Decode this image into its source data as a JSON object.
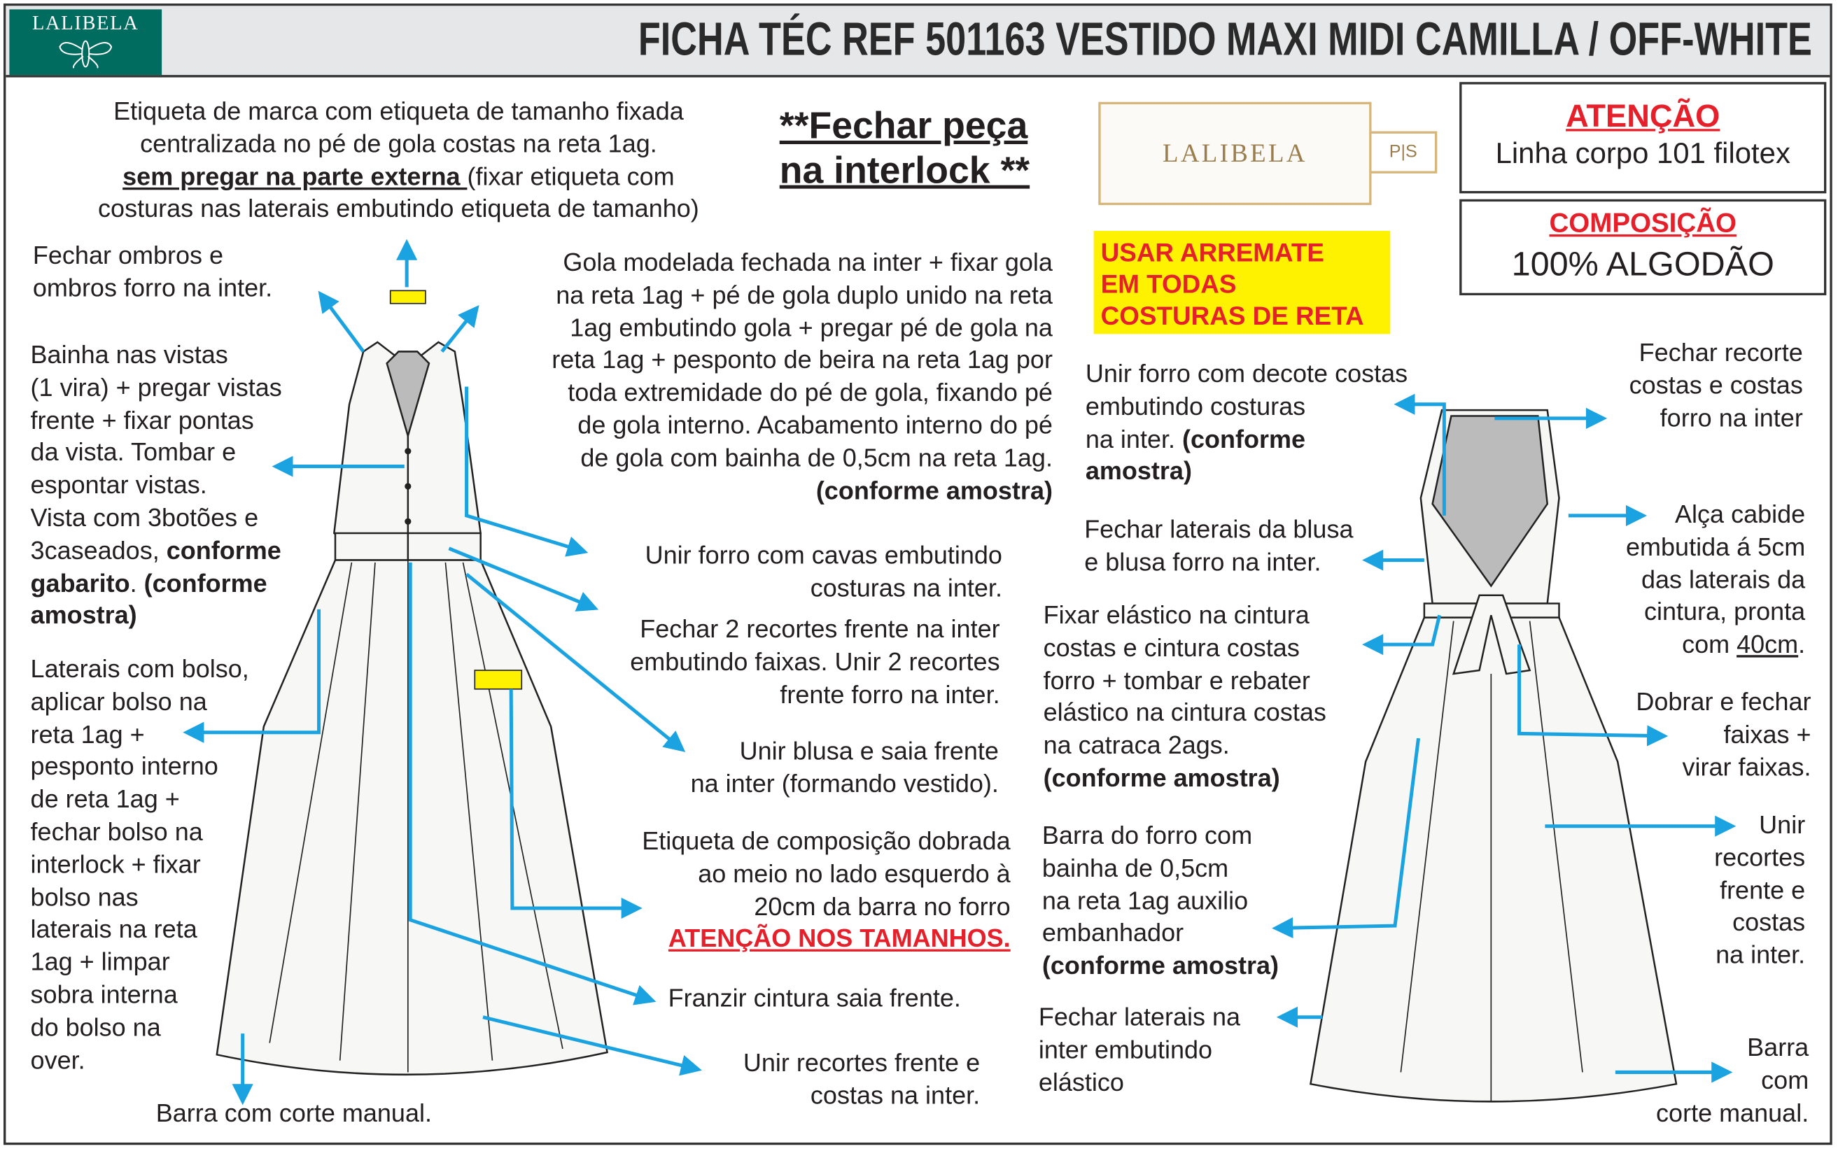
{
  "header": {
    "brand": "LALIBELA",
    "title": "FICHA TÉC REF 501163 VESTIDO MAXI MIDI CAMILLA / OFF-WHITE"
  },
  "label_tag": {
    "brand": "LALIBELA",
    "size": "P|S"
  },
  "attention_box": {
    "heading": "ATENÇÃO",
    "text": "Linha corpo 101 filotex"
  },
  "composition_box": {
    "heading": "COMPOSIÇÃO",
    "text": "100% ALGODÃO"
  },
  "warning_yellow": "USAR ARREMATE\nEM TODAS\nCOSTURAS DE RETA",
  "close_interlock": {
    "line1": "**Fechar peça",
    "line2": "na interlock **"
  },
  "notes_front": {
    "brand_label": {
      "line1": "Etiqueta de marca com etiqueta de tamanho fixada\ncentralizada no pé de gola costas na reta 1ag.",
      "bold": "sem pregar na parte externa ",
      "rest": "(fixar etiqueta com\ncosturas nas laterais embutindo etiqueta de tamanho)"
    },
    "shoulders": "Fechar ombros e\nombros forro na inter.",
    "collar": "Gola modelada fechada na inter + fixar gola\nna reta 1ag + pé de gola duplo unido na reta\n1ag embutindo gola + pregar pé de gola na\nreta 1ag + pesponto de beira na reta 1ag por\ntoda extremidade do pé de gola, fixando pé\nde gola interno. Acabamento interno do pé\nde gola com bainha de 0,5cm na reta 1ag.",
    "collar_bold": "(conforme amostra)",
    "facings": "Bainha nas vistas\n(1 vira) + pregar vistas\nfrente + fixar pontas\nda vista. Tombar e\nespontar vistas.\nVista com 3botões e\n3caseados, ",
    "facings_bold1": "conforme\ngabarito",
    "facings_mid": ". ",
    "facings_bold2": "(conforme\namostra)",
    "armhole": "Unir forro com cavas embutindo\ncosturas na inter.",
    "front_seams": "Fechar 2 recortes frente na inter\nembutindo faixas. Unir 2 recortes\nfrente forro na inter.",
    "join_top_skirt": "Unir blusa e saia frente\nna inter (formando vestido).",
    "composition_label": "Etiqueta de composição dobrada\nao meio no lado esquerdo à\n20cm da barra no forro",
    "composition_warning": "ATENÇÃO NOS TAMANHOS.",
    "pockets": "Laterais com bolso,\naplicar bolso na\nreta 1ag +\npesponto interno\nde reta 1ag +\nfechar bolso na\ninterlock + fixar\nbolso nas\nlaterais na reta\n1ag + limpar\nsobra interna\n do bolso na\nover.",
    "gather": "Franzir cintura saia frente.",
    "front_back_seams": "Unir recortes frente e\ncostas na inter.",
    "hem": "Barra com corte manual."
  },
  "notes_back": {
    "neckline": "Unir forro com decote costas\nembutindo costuras\nna inter. ",
    "neckline_bold": "(conforme\namostra)",
    "back_seams": "Fechar recorte\ncostas e costas\nforro na inter",
    "sides_top": "Fechar laterais da blusa\ne blusa forro na inter.",
    "hanger_loop": "Alça cabide\nembutida á 5cm\ndas laterais da\ncintura, pronta\ncom ",
    "hanger_loop_u": "40cm",
    "hanger_loop_end": ".",
    "elastic": "Fixar elástico na cintura\ncostas e cintura costas\nforro + tombar e rebater\nelástico na cintura costas\nna catraca 2ags.",
    "elastic_bold": "(conforme amostra)",
    "sashes": "Dobrar e fechar\nfaixas +\nvirar faixas.",
    "join_seams": "Unir\nrecortes\nfrente e\ncostas\nna inter.",
    "lining_hem": "Barra do forro com\nbainha de 0,5cm\nna reta 1ag auxilio\nembanhador",
    "lining_hem_bold": "(conforme amostra)",
    "sides_elastic": "Fechar laterais na\ninter embutindo\nelástico",
    "hem": "Barra\ncom\ncorte manual."
  },
  "colors": {
    "arrow": "#1aa3e0",
    "red": "#e5202a",
    "yellow": "#fff200",
    "logo": "#006b5f"
  }
}
